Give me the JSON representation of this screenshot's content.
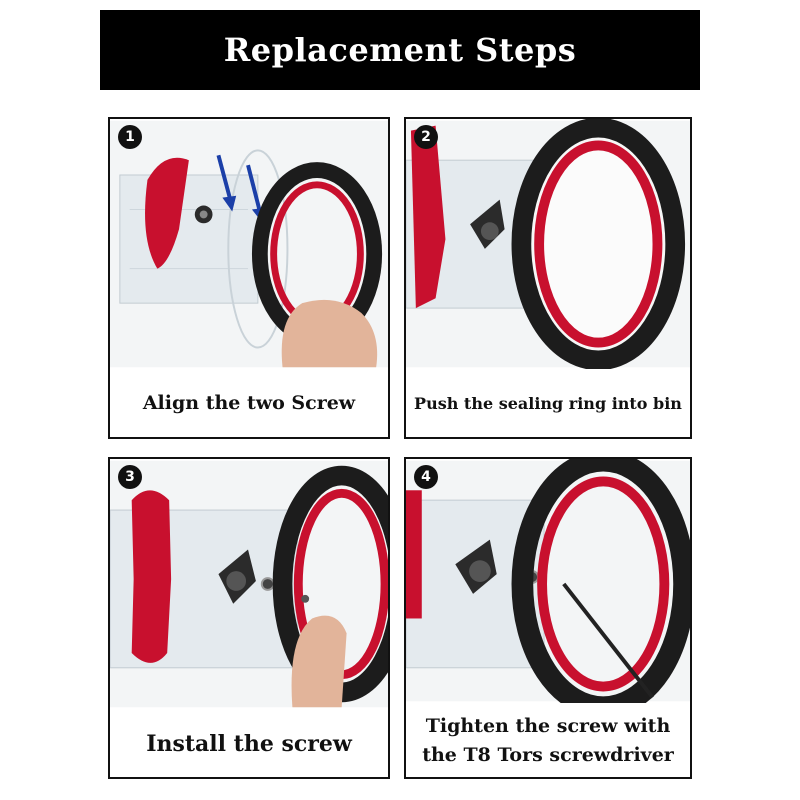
{
  "banner": {
    "title": "Replacement Steps"
  },
  "steps": [
    {
      "number": "1",
      "caption": "Align the two Screw",
      "icon": "align-screws-photo"
    },
    {
      "number": "2",
      "caption": "Push the sealing ring into bin",
      "icon": "push-ring-photo"
    },
    {
      "number": "3",
      "caption": "Install the screw",
      "icon": "install-screw-photo"
    },
    {
      "number": "4",
      "caption_lines": [
        "Tighten the screw with",
        "the T8 Tors screwdriver"
      ],
      "icon": "tighten-screw-photo"
    }
  ],
  "colors": {
    "banner_bg": "#000000",
    "seal_red": "#c8102e",
    "ring_black": "#1c1c1c",
    "clear_bin": "#e6ecef"
  }
}
